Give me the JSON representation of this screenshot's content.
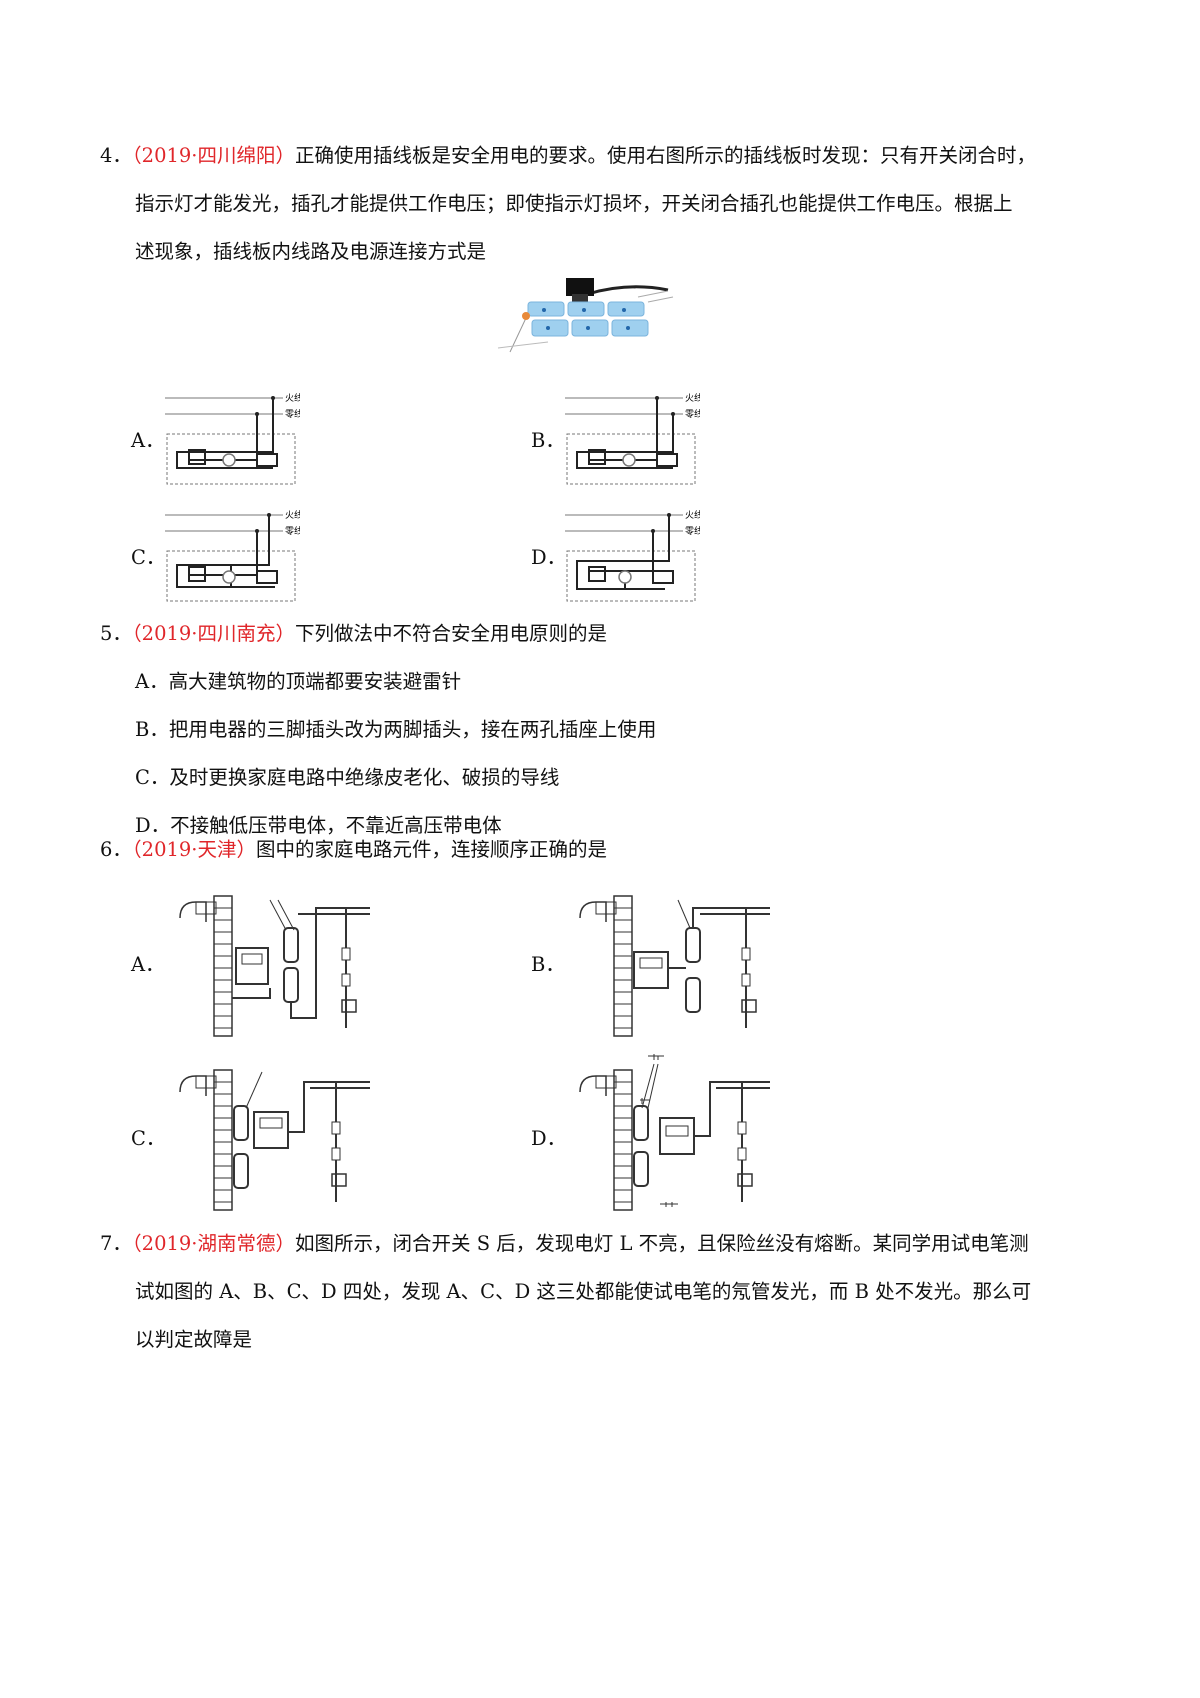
{
  "q4": {
    "number": "4．",
    "source": "（2019·四川绵阳）",
    "line1": "正确使用插线板是安全用电的要求。使用右图所示的插线板时发现：只有开关闭合时，",
    "line2": "指示灯才能发光，插孔才能提供工作电压；即使指示灯损坏，开关闭合插孔也能提供工作电压。根据上",
    "line3": "述现象，插线板内线路及电源连接方式是",
    "options": [
      {
        "label": "A．"
      },
      {
        "label": "B．"
      },
      {
        "label": "C．"
      },
      {
        "label": "D．"
      }
    ],
    "wire_labels": {
      "live": "火线",
      "neutral": "零线"
    }
  },
  "q5": {
    "number": "5．",
    "source": "（2019·四川南充）",
    "stem": "下列做法中不符合安全用电原则的是",
    "options": [
      {
        "label": "A．",
        "text": "高大建筑物的顶端都要安装避雷针"
      },
      {
        "label": "B．",
        "text": "把用电器的三脚插头改为两脚插头，接在两孔插座上使用"
      },
      {
        "label": "C．",
        "text": "及时更换家庭电路中绝缘皮老化、破损的导线"
      },
      {
        "label": "D．",
        "text": "不接触低压带电体，不靠近高压带电体"
      }
    ]
  },
  "q6": {
    "number": "6．",
    "source": "（2019·天津）",
    "stem": "图中的家庭电路元件，连接顺序正确的是",
    "options": [
      {
        "label": "A．"
      },
      {
        "label": "B．"
      },
      {
        "label": "C．"
      },
      {
        "label": "D．"
      }
    ]
  },
  "q7": {
    "number": "7．",
    "source": "（2019·湖南常德）",
    "line1": "如图所示，闭合开关 S 后，发现电灯 L 不亮，且保险丝没有熔断。某同学用试电笔测",
    "line2": "试如图的 A、B、C、D 四处，发现 A、C、D 这三处都能使试电笔的氖管发光，而 B 处不发光。那么可",
    "line3": "以判定故障是"
  }
}
